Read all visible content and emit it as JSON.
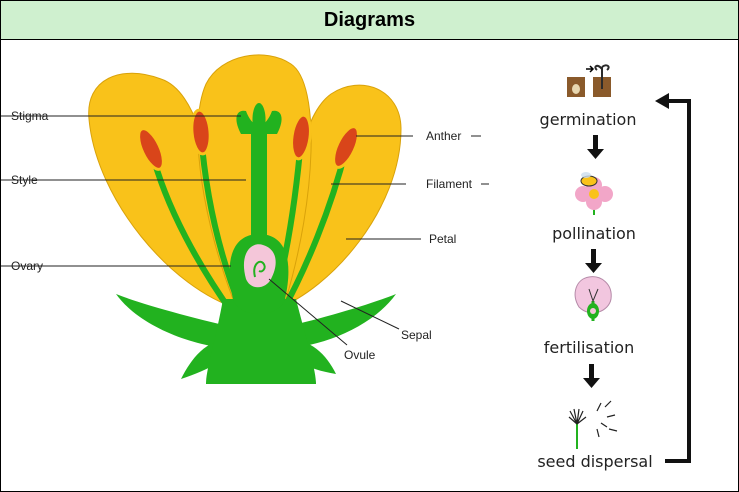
{
  "header": {
    "title": "Diagrams"
  },
  "flower": {
    "labels": {
      "stigma": "Stigma",
      "style": "Style",
      "ovary": "Ovary",
      "anther": "Anther",
      "filament": "Filament",
      "petal": "Petal",
      "sepal": "Sepal",
      "ovule": "Ovule"
    }
  },
  "cycle": {
    "steps": [
      "germination",
      "pollination",
      "fertilisation",
      "seed dispersal"
    ]
  },
  "colors": {
    "header_bg": "#cff0cf",
    "petal": "#f9c21a",
    "green": "#22b21f",
    "anther": "#d9451a",
    "ovule": "#f4c6d9"
  }
}
